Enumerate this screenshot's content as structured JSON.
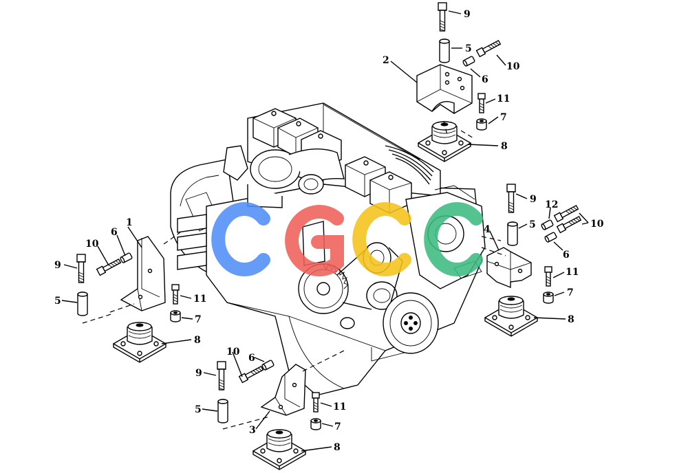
{
  "diagram": {
    "watermark": {
      "letters": [
        "C",
        "G",
        "C",
        "C"
      ],
      "colors": [
        "#4f8ef7",
        "#f0605a",
        "#f5c21b",
        "#3dbb7f"
      ]
    },
    "callouts": {
      "top_bolt_9": "9",
      "top_spacer_5": "5",
      "top_bolt_10": "10",
      "top_bracket_2": "2",
      "top_washer_6": "6",
      "top_bolt_11": "11",
      "top_nut_7": "7",
      "top_mount_8": "8",
      "left_bracket_1": "1",
      "left_washer_6": "6",
      "left_bolt_10": "10",
      "left_bolt_9": "9",
      "left_spacer_5": "5",
      "left_bolt_11": "11",
      "left_nut_7": "7",
      "left_mount_8": "8",
      "right_bolt_9": "9",
      "right_part_12": "12",
      "right_bolt_10": "10",
      "right_bracket_4": "4",
      "right_spacer_5": "5",
      "right_washer_6": "6",
      "right_bolt_11": "11",
      "right_nut_7": "7",
      "right_mount_8": "8",
      "bottom_bolt_10": "10",
      "bottom_washer_6": "6",
      "bottom_bolt_9": "9",
      "bottom_spacer_5": "5",
      "bottom_bracket_3": "3",
      "bottom_bolt_11": "11",
      "bottom_nut_7": "7",
      "bottom_mount_8": "8"
    }
  }
}
